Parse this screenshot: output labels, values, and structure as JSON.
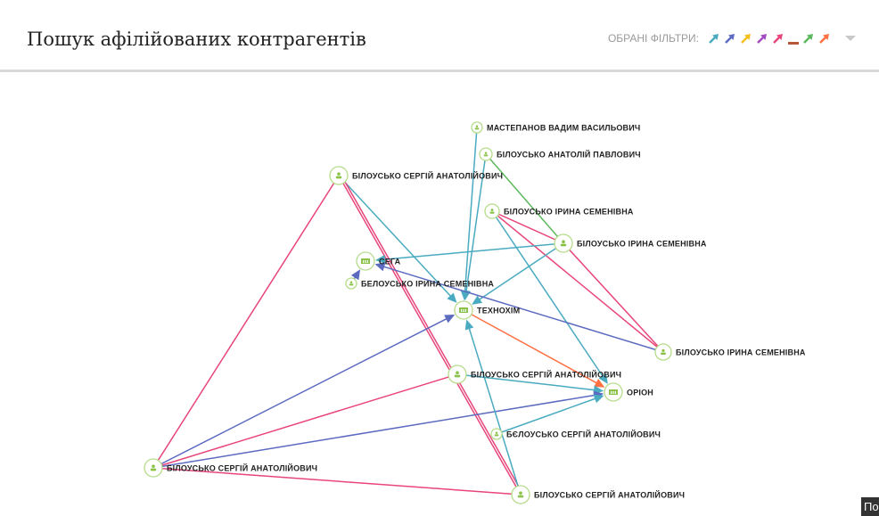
{
  "header": {
    "title": "Пошук афілійованих контрагентів",
    "filters_label": "ОБРАНІ ФІЛЬТРИ:",
    "filter_colors": [
      "#4aabc0",
      "#5c6bc0",
      "#f4c020",
      "#a54bc0",
      "#e8457a",
      "#b5553a",
      "#5cb85c",
      "#ff7043"
    ]
  },
  "graph": {
    "colors": {
      "teal": "#4aabc0",
      "blue": "#5c6bc0",
      "pink": "#e8457a",
      "green": "#5cb85c",
      "orange": "#ff7043",
      "node": "#8bc34a"
    },
    "nodes": [
      {
        "id": "n0",
        "type": "person",
        "label": "МАСТЕПАНОВ ВАДИМ ВАСИЛЬОВИЧ"
      },
      {
        "id": "n1",
        "type": "person",
        "label": "БІЛОУСЬКО АНАТОЛІЙ ПАВЛОВИЧ"
      },
      {
        "id": "n2",
        "type": "person",
        "label": "БІЛОУСЬКО СЕРГІЙ АНАТОЛІЙОВИЧ"
      },
      {
        "id": "n3",
        "type": "person",
        "label": "БІЛОУСЬКО ІРИНА СЕМЕНІВНА"
      },
      {
        "id": "n4",
        "type": "person",
        "label": "БІЛОУСЬКО ІРИНА СЕМЕНІВНА"
      },
      {
        "id": "n5",
        "type": "company",
        "label": "СЕГА"
      },
      {
        "id": "n6",
        "type": "person",
        "label": "БЕЛОУСЬКО ІРИНА СЕМЕНІВНА"
      },
      {
        "id": "n7",
        "type": "company",
        "label": "ТЕХНОХІМ"
      },
      {
        "id": "n8",
        "type": "person",
        "label": "БІЛОУСЬКО ІРИНА СЕМЕНІВНА"
      },
      {
        "id": "n9",
        "type": "person",
        "label": "БІЛОУСЬКО СЕРГІЙ АНАТОЛІЙОВИЧ"
      },
      {
        "id": "n10",
        "type": "company",
        "label": "ОРІОН"
      },
      {
        "id": "n11",
        "type": "person",
        "label": "БЄЛОУСЬКО СЕРГІЙ АНАТОЛІЙОВИЧ"
      },
      {
        "id": "n12",
        "type": "person",
        "label": "БІЛОУСЬКО СЕРГІЙ АНАТОЛІЙОВИЧ"
      },
      {
        "id": "n13",
        "type": "person",
        "label": "БІЛОУСЬКО СЕРГІЙ АНАТОЛІЙОВИЧ"
      }
    ],
    "edges": [
      {
        "from": "n0",
        "to": "n7",
        "color": "teal",
        "arrow": true
      },
      {
        "from": "n1",
        "to": "n7",
        "color": "teal",
        "arrow": true
      },
      {
        "from": "n1",
        "to": "n4",
        "color": "green",
        "arrow": false
      },
      {
        "from": "n2",
        "to": "n7",
        "color": "teal",
        "arrow": true
      },
      {
        "from": "n2",
        "to": "n12",
        "color": "pink",
        "arrow": false
      },
      {
        "from": "n2",
        "to": "n13",
        "color": "pink",
        "arrow": false
      },
      {
        "from": "n2",
        "to": "n13",
        "color": "pink",
        "arrow": false,
        "offset": true
      },
      {
        "from": "n3",
        "to": "n4",
        "color": "pink",
        "arrow": false
      },
      {
        "from": "n3",
        "to": "n8",
        "color": "pink",
        "arrow": false
      },
      {
        "from": "n3",
        "to": "n10",
        "color": "teal",
        "arrow": true
      },
      {
        "from": "n4",
        "to": "n5",
        "color": "teal",
        "arrow": true
      },
      {
        "from": "n4",
        "to": "n7",
        "color": "teal",
        "arrow": true
      },
      {
        "from": "n4",
        "to": "n8",
        "color": "pink",
        "arrow": false
      },
      {
        "from": "n6",
        "to": "n5",
        "color": "blue",
        "arrow": true
      },
      {
        "from": "n8",
        "to": "n5",
        "color": "blue",
        "arrow": true
      },
      {
        "from": "n7",
        "to": "n10",
        "color": "orange",
        "arrow": true
      },
      {
        "from": "n9",
        "to": "n10",
        "color": "teal",
        "arrow": true
      },
      {
        "from": "n9",
        "to": "n12",
        "color": "pink",
        "arrow": false
      },
      {
        "from": "n12",
        "to": "n7",
        "color": "blue",
        "arrow": true
      },
      {
        "from": "n12",
        "to": "n10",
        "color": "blue",
        "arrow": true
      },
      {
        "from": "n12",
        "to": "n13",
        "color": "pink",
        "arrow": false
      },
      {
        "from": "n13",
        "to": "n7",
        "color": "teal",
        "arrow": true
      },
      {
        "from": "n11",
        "to": "n10",
        "color": "teal",
        "arrow": true
      }
    ]
  },
  "tooltip": {
    "text": "По"
  }
}
